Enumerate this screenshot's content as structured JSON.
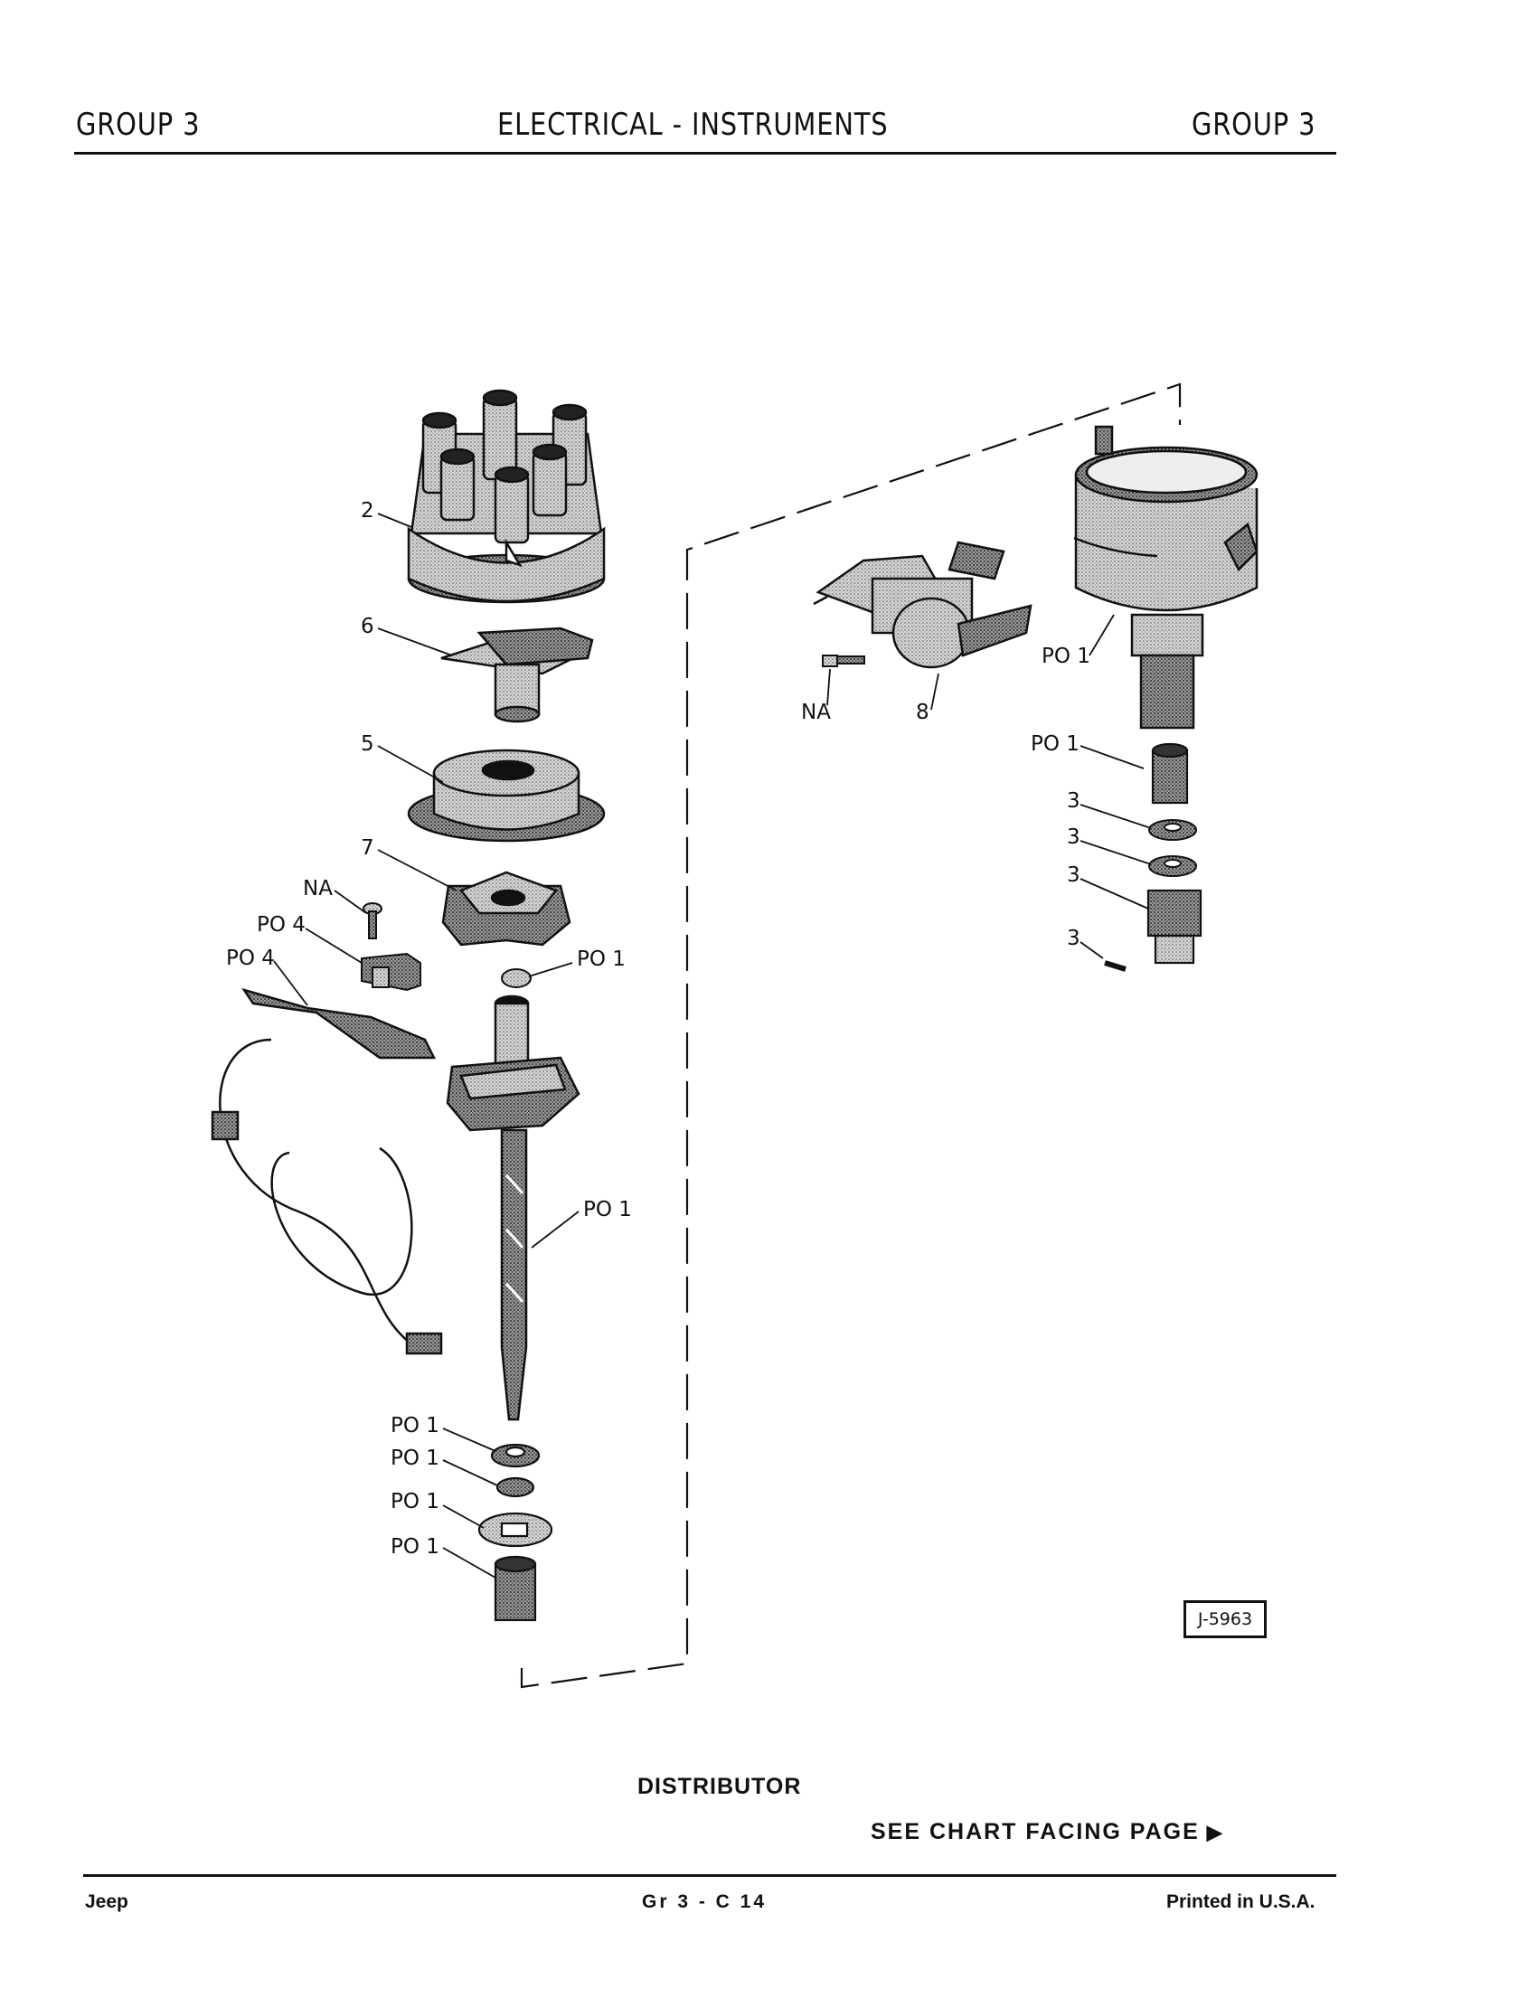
{
  "header": {
    "left": "GROUP 3",
    "center": "ELECTRICAL - INSTRUMENTS",
    "right": "GROUP 3"
  },
  "diagram": {
    "callouts": [
      "2",
      "6",
      "5",
      "7",
      "NA",
      "PO 4",
      "PO 4",
      "PO 1",
      "PO 1",
      "PO 1",
      "PO 1",
      "PO 1",
      "PO 1",
      "NA",
      "8",
      "PO 1",
      "PO 1",
      "3",
      "3",
      "3",
      "3"
    ],
    "reference_number": "J-5963"
  },
  "caption": "DISTRIBUTOR",
  "see_chart": "SEE CHART FACING PAGE",
  "footer": {
    "left": "Jeep",
    "center": "Gr 3 - C 14",
    "right": "Printed in U.S.A."
  }
}
